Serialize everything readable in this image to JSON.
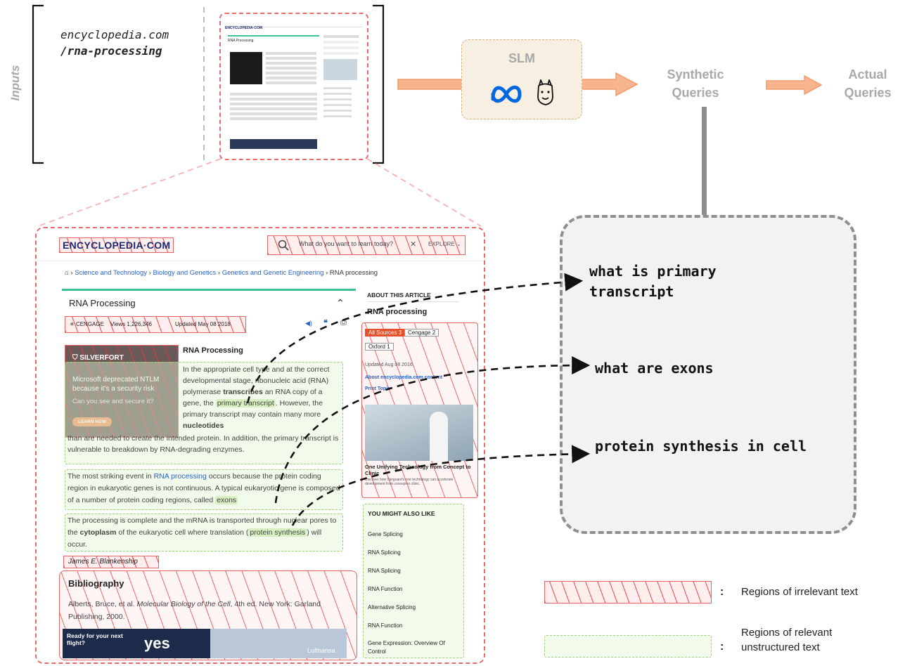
{
  "inputs": {
    "side_label": "Inputs",
    "url_line1": "encyclopedia.com",
    "url_line2": "/rna-processing"
  },
  "pipeline": {
    "slm_label": "SLM",
    "meta_icon": "meta-logo-icon",
    "llama_icon": "llama-icon",
    "synthetic_label": "Synthetic Queries",
    "actual_label": "Actual Queries"
  },
  "queries": [
    "what is primary transcript",
    "what are exons",
    "protein synthesis in cell"
  ],
  "legend": {
    "irrelevant": "Regions of irrelevant text",
    "relevant": "Regions of relevant unstructured text",
    "separator": ":"
  },
  "page": {
    "logo": "ENCYCLOPEDIA·COM",
    "search_placeholder": "What do you want to learn today?",
    "explore": "EXPLORE",
    "breadcrumb": [
      "Science and Technology",
      "Biology and Genetics",
      "Genetics and Genetic Engineering",
      "RNA processing"
    ],
    "article_header": "RNA Processing",
    "cengage": "CENGAGE",
    "views": "Views 1,226,346",
    "updated": "Updated May 08 2018",
    "ad1": {
      "brand": "SILVERFORT",
      "headline": "Microsoft deprecated NTLM because it's a security risk",
      "sub": "Can you see and secure it?",
      "cta": "LEARN HOW"
    },
    "article_title": "RNA Processing",
    "para1": {
      "a": "In the appropriate cell type and at the correct developmental stage, ribonucleic acid (RNA) polymerase ",
      "b": "transcribes",
      "c": " an RNA copy of a gene, the ",
      "d": "primary transcript",
      "e": ". However, the primary transcript may contain many more ",
      "f": "nucleotides",
      "g": " than are needed to create the intended protein. In addition, the primary transcript is vulnerable to breakdown by RNA-degrading enzymes."
    },
    "para2": {
      "a": "The most striking event in ",
      "b": "RNA processing",
      "c": " occurs because the protein coding region in eukaryotic genes is not continuous. A typical eukaryotic gene is composed of a number of protein coding regions, called ",
      "d": "exons"
    },
    "para3": {
      "a": "The processing is complete and the mRNA is transported through nuclear pores to the ",
      "b": "cytoplasm",
      "c": " of the eukaryotic cell where translation (",
      "d": "protein synthesis",
      "e": ") will occur."
    },
    "author": "James E. Blankenship",
    "biblio_title": "Bibliography",
    "biblio_a": "Alberts, Bruce, et al. ",
    "biblio_b": "Molecular Biology of the Cell",
    "biblio_c": ", 4th ed. New York: Garland Publishing, 2000.",
    "ad2": {
      "text": "Ready for your next flight?",
      "brand": "yes",
      "airline": "Lufthansa"
    },
    "sidebar": {
      "about": "ABOUT THIS ARTICLE",
      "topic": "RNA processing",
      "all_sources": "All Sources 3",
      "cengage_src": "Cengage 2",
      "oxford_src": "Oxford 1",
      "updated": "Updated Aug 08 2016",
      "about_line": "About encyclopedia.com content",
      "print": "Print Topic",
      "ad_title": "One Unifying Technology from Concept to Clinic",
      "ad_sub": "Discover how Vanguard's one technology can accelerate development from concept to clinic.",
      "might_like": "YOU MIGHT ALSO LIKE",
      "related": [
        "Gene Splicing",
        "RNA Splicing",
        "RNA Splicing",
        "RNA Function",
        "Alternative Splicing",
        "RNA Function",
        "Gene Expression: Overview Of Control"
      ]
    }
  },
  "colors": {
    "irrelevant_border": "#e46464",
    "relevant_border": "#9dd07a",
    "arrow": "#f4a77c",
    "slm_box": "#f7efe2",
    "query_box": "#f2f2f2"
  }
}
